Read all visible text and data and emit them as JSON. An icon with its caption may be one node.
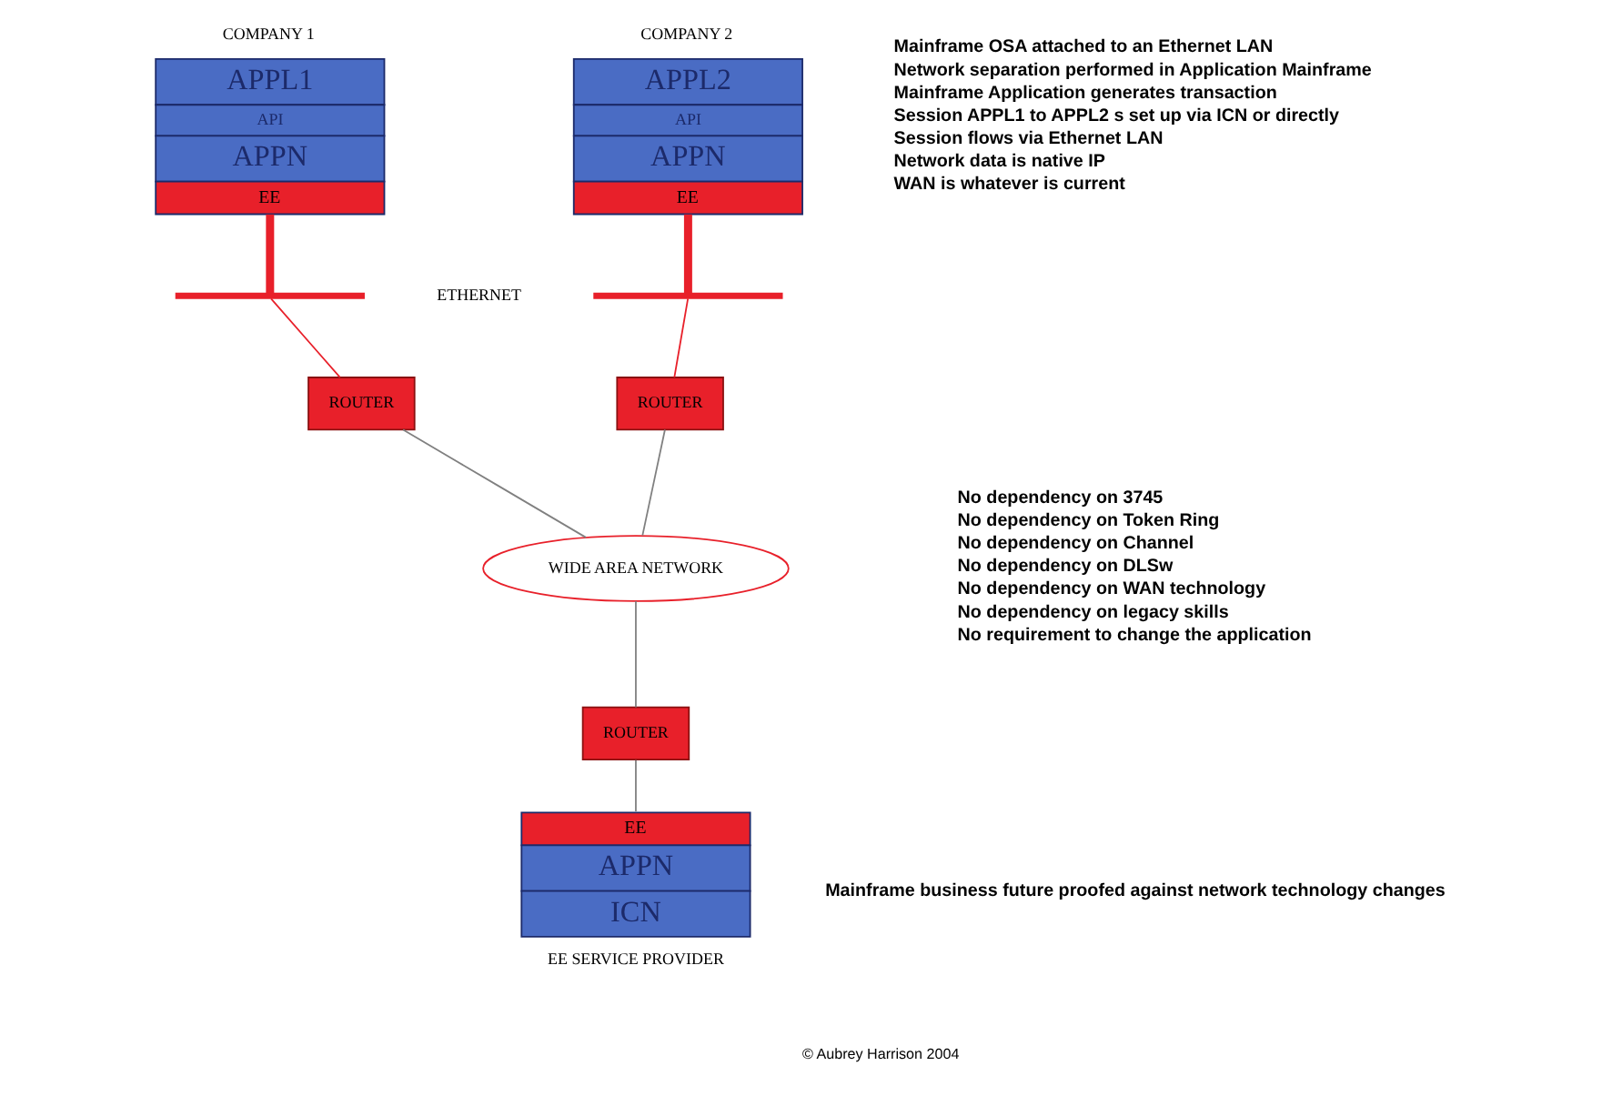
{
  "diagram": {
    "nodes": [
      {
        "text": [
          "APPL1",
          "API",
          "APPN",
          "EE"
        ],
        "beside": [
          "COMPANY 1"
        ]
      },
      {
        "text": [
          "APPL2",
          "API",
          "APPN",
          "EE"
        ],
        "beside": [
          "COMPANY 2"
        ]
      },
      {
        "text": [],
        "shape": "bar"
      },
      {
        "text": [],
        "shape": "bar"
      },
      {
        "text": [
          "ROUTER"
        ]
      },
      {
        "text": [
          "ROUTER"
        ]
      },
      {
        "text": [
          "WIDE AREA NETWORK"
        ]
      },
      {
        "text": [
          "ROUTER"
        ]
      },
      {
        "text": [
          "EE",
          "APPN",
          "ICN"
        ],
        "beside": [
          "EE SERVICE PROVIDER"
        ]
      }
    ],
    "edges": [
      {
        "from": 0,
        "to": 2,
        "arrow": "none",
        "style": "thick",
        "color": "#e8202a"
      },
      {
        "from": 1,
        "to": 3,
        "arrow": "none",
        "style": "thick",
        "color": "#e8202a"
      },
      {
        "from": 2,
        "to": 4,
        "arrow": "none",
        "color": "#e8202a"
      },
      {
        "from": 3,
        "to": 5,
        "arrow": "none",
        "color": "#e8202a"
      },
      {
        "from": 4,
        "to": 6,
        "arrow": "none",
        "color": "#808080"
      },
      {
        "from": 5,
        "to": 6,
        "arrow": "none",
        "color": "#808080"
      },
      {
        "from": 6,
        "to": 7,
        "arrow": "none",
        "color": "#808080"
      },
      {
        "from": 7,
        "to": 8,
        "arrow": "none",
        "color": "#808080"
      }
    ],
    "labels": [
      "ETHERNET",
      "Mainframe OSA attached to an Ethernet LAN",
      "Network separation performed in Application Mainframe",
      "Mainframe Application generates transaction",
      "Session APPL1 to APPL2 s set up via ICN or directly",
      "Session flows via Ethernet LAN",
      "Network data is native IP",
      "WAN is whatever is current",
      "No dependency on 3745",
      "No dependency on Token Ring",
      "No dependency on Channel",
      "No dependency on DLSw",
      "No dependency on WAN technology",
      "No dependency on legacy skills",
      "No requirement to change the application",
      "Mainframe business future proofed against network technology changes",
      "© Aubrey Harrison 2004"
    ]
  }
}
